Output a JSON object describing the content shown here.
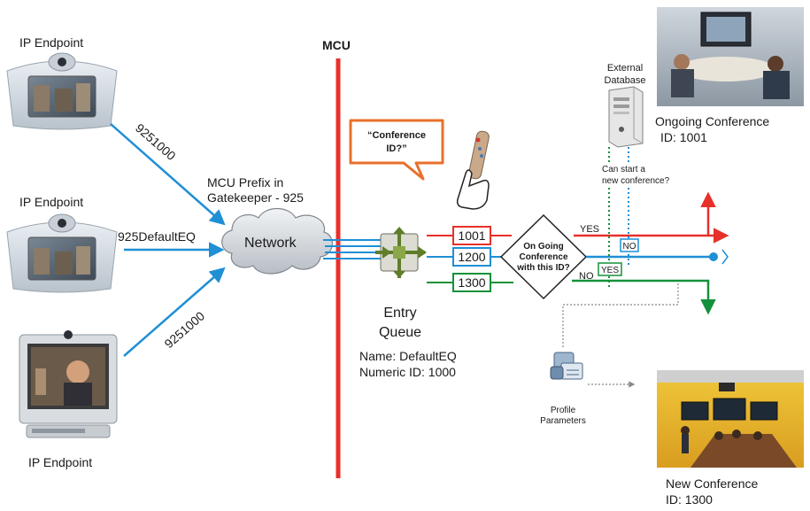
{
  "endpoints": [
    {
      "label": "IP Endpoint",
      "dial_string": "9251000"
    },
    {
      "label": "IP Endpoint",
      "dial_string": "925DefaultEQ"
    },
    {
      "label": "IP Endpoint",
      "dial_string": "9251000"
    }
  ],
  "mcu_label": "MCU",
  "gatekeeper": {
    "line1": "MCU Prefix in",
    "line2": "Gatekeeper - 925"
  },
  "network_label": "Network",
  "prompt_bubble": {
    "line1": "“Conference",
    "line2": "ID?”"
  },
  "entry_queue": {
    "title_line1": "Entry",
    "title_line2": "Queue",
    "name": "Name: DefaultEQ",
    "numeric_id": "Numeric ID: 1000"
  },
  "ids": [
    {
      "value": "1001",
      "color": "#e8302a"
    },
    {
      "value": "1200",
      "color": "#1f8fd6"
    },
    {
      "value": "1300",
      "color": "#14913a"
    }
  ],
  "decision": {
    "line1": "On Going",
    "line2": "Conference",
    "line3": "with this ID?"
  },
  "branch_labels": {
    "yes_top": "YES",
    "no_bottom": "NO",
    "no_box": "NO",
    "yes_box": "YES"
  },
  "external_db": {
    "line1": "External",
    "line2": "Database"
  },
  "db_question": {
    "line1": "Can start a",
    "line2": "new conference?"
  },
  "profile": {
    "line1": "Profile",
    "line2": "Parameters"
  },
  "ongoing_conference": {
    "line1": "Ongoing Conference",
    "line2": "ID: 1001"
  },
  "new_conference": {
    "line1": "New Conference",
    "line2": "ID: 1300"
  },
  "colors": {
    "mcu_line": "#e8302a",
    "dial_arrow": "#1f8fd6",
    "red_path": "#e8302a",
    "blue_path": "#1f8fd6",
    "green_path": "#14913a",
    "bubble_border": "#e8702a"
  }
}
